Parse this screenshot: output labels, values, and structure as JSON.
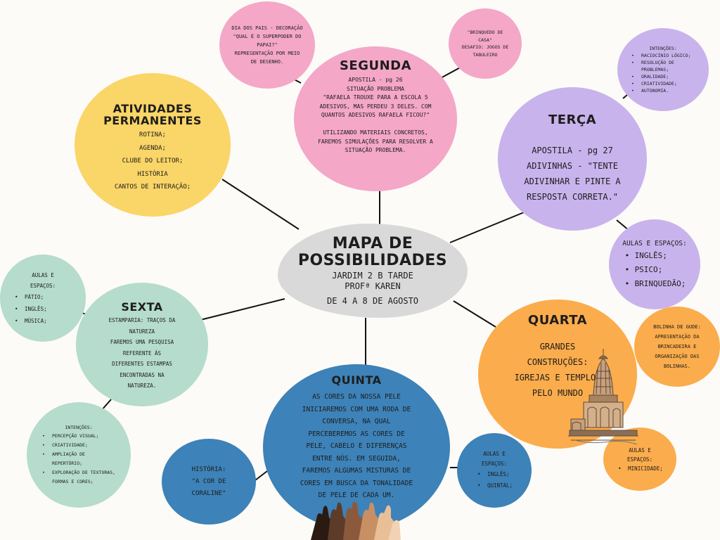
{
  "center": {
    "title_line1": "MAPA DE",
    "title_line2": "POSSIBILIDADES",
    "line1": "JARDIM 2 B TARDE",
    "line2": "PROFª KAREN",
    "line3": "DE 4  A 8 DE AGOSTO"
  },
  "segunda": {
    "title": "SEGUNDA",
    "lines": [
      "APOSTILA - pg 26",
      "SITUAÇÃO PROBLEMA",
      "\"RAFAELA TROUXE PARA A ESCOLA 5",
      "ADESIVOS, MAS PERDEU 3 DELES. COM",
      "QUANTOS ADESIVOS RAFAELA FICOU?\"",
      "",
      "UTILIZANDO MATERIAIS CONCRETOS,",
      "FAREMOS SIMULAÇÕES PARA RESOLVER A",
      "SITUAÇÃO PROBLEMA."
    ]
  },
  "pais": {
    "lines": [
      "DIA DOS PAIS - DECORAÇÃO",
      "\"QUAL É O SUPERPODER DO",
      "PAPAI?\"",
      "REPRESENTAÇÃO POR MEIO",
      "DE DESENHO."
    ]
  },
  "brinquedo": {
    "lines": [
      "\"BRINQUEDO DE",
      "CASA\"",
      "DESAFIO: JOGOS DE",
      "TABULEIRO"
    ]
  },
  "intencoes_terca": {
    "header": "INTENÇÕES:",
    "items": [
      "RACIOCÍNIO LÓGICO;",
      "RESOLUÇÃO DE PROBLEMAS;",
      "ORALIDADE;",
      "CRIATIVIDADE;",
      "AUTONOMIA."
    ]
  },
  "terca": {
    "title": "TERÇA",
    "lines": [
      "APOSTILA - pg 27",
      "ADIVINHAS - \"TENTE",
      "ADIVINHAR E PINTE A",
      "RESPOSTA CORRETA.\""
    ]
  },
  "aulas_terca": {
    "header": "AULAS E ESPAÇOS:",
    "items": [
      "INGLÊS;",
      "PSICO;",
      "BRINQUEDÃO;"
    ]
  },
  "quarta": {
    "title": "QUARTA",
    "lines": [
      "GRANDES",
      "CONSTRUÇÕES:",
      "IGREJAS E TEMPLOS",
      "PELO MUNDO"
    ]
  },
  "gude": {
    "lines": [
      "BOLINHA DE GUDE:",
      "APRESENTAÇÃO DA",
      "BRINCADEIRA E",
      "ORGANIZAÇÃO DAS",
      "BOLINHAS."
    ]
  },
  "aulas_quarta": {
    "header_line1": "AULAS E",
    "header_line2": "ESPAÇOS:",
    "items": [
      "MINICIDADE;"
    ]
  },
  "quinta": {
    "title": "QUINTA",
    "lines": [
      "AS CORES DA NOSSA PELE",
      "INICIAREMOS COM UMA RODA DE",
      "CONVERSA, NA QUAL",
      "PERCEBEREMOS AS CORES DE",
      "PELE, CABELO E DIFERENÇAS",
      "ENTRE NÓS. EM SEGUIDA,",
      "FAREMOS ALGUMAS MISTURAS DE",
      "CORES EM BUSCA DA TONALIDADE",
      "DE PELE DE CADA UM."
    ]
  },
  "aulas_quinta": {
    "header_line1": "AULAS E",
    "header_line2": "ESPAÇOS:",
    "items": [
      "INGLÊS;",
      "QUINTAL;"
    ]
  },
  "historia": {
    "lines": [
      "HISTÓRIA:",
      "\"A COR DE",
      "CORALINE\""
    ]
  },
  "sexta": {
    "title": "SEXTA",
    "lines": [
      "ESTAMPARIA: TRAÇOS DA",
      "NATUREZA",
      "FAREMOS UMA PESQUISA",
      "REFERENTE ÀS",
      "DIFERENTES ESTAMPAS",
      "ENCONTRADAS NA",
      "NATUREZA."
    ]
  },
  "aulas_sexta": {
    "header_line1": "AULAS E",
    "header_line2": "ESPAÇOS:",
    "items": [
      "PÁTIO;",
      "INGLÊS;",
      "MÚSICA;"
    ]
  },
  "intencoes_sexta": {
    "header": "INTENÇÕES:",
    "items": [
      "PERCEPÇÃO VISUAL;",
      "CRIATIVIDADE;",
      "AMPLIAÇÃO DE REPERTÓRIO;",
      "EXPLORAÇÃO DE TEXTURAS, FORMAS E CORES;"
    ]
  },
  "atividades": {
    "title_line1": "ATIVIDADES",
    "title_line2": "PERMANENTES",
    "lines": [
      "ROTINA;",
      "AGENDA;",
      "CLUBE DO LEITOR;",
      "HISTÓRIA",
      "CANTOS DE INTERAÇÃO;"
    ]
  },
  "colors": {
    "pink": "#f4a7c6",
    "yellow": "#fad567",
    "purple": "#c9b3ec",
    "orange": "#fbac4c",
    "blue_dark": "#3d82b8",
    "mint": "#b5dccd",
    "gray": "#d9d9d9"
  }
}
